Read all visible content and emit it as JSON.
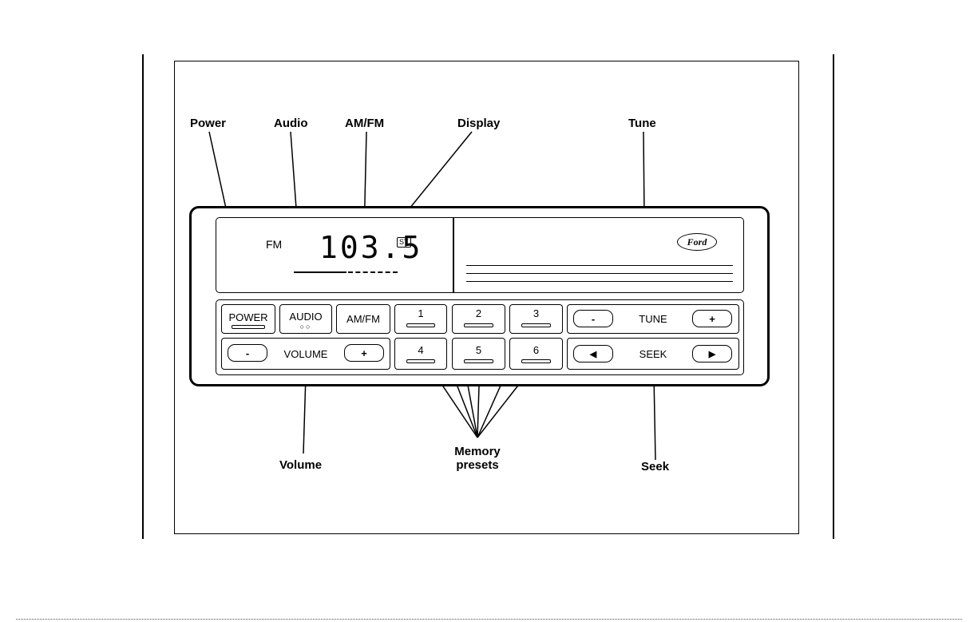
{
  "callouts": {
    "power": "Power",
    "audio": "Audio",
    "amfm": "AM/FM",
    "display": "Display",
    "tune": "Tune",
    "volume": "Volume",
    "memory_presets_line1": "Memory",
    "memory_presets_line2": "presets",
    "seek": "Seek"
  },
  "display": {
    "band": "FM",
    "frequency": "103.5",
    "stereo_badge": "ST"
  },
  "brand": "Ford",
  "buttons": {
    "power": "POWER",
    "audio": "AUDIO",
    "amfm": "AM/FM",
    "volume": "VOLUME",
    "volume_minus": "-",
    "volume_plus": "+",
    "tune": "TUNE",
    "tune_minus": "-",
    "tune_plus": "+",
    "seek": "SEEK",
    "seek_back": "◀",
    "seek_forward": "▶"
  },
  "presets": [
    "1",
    "2",
    "3",
    "4",
    "5",
    "6"
  ]
}
